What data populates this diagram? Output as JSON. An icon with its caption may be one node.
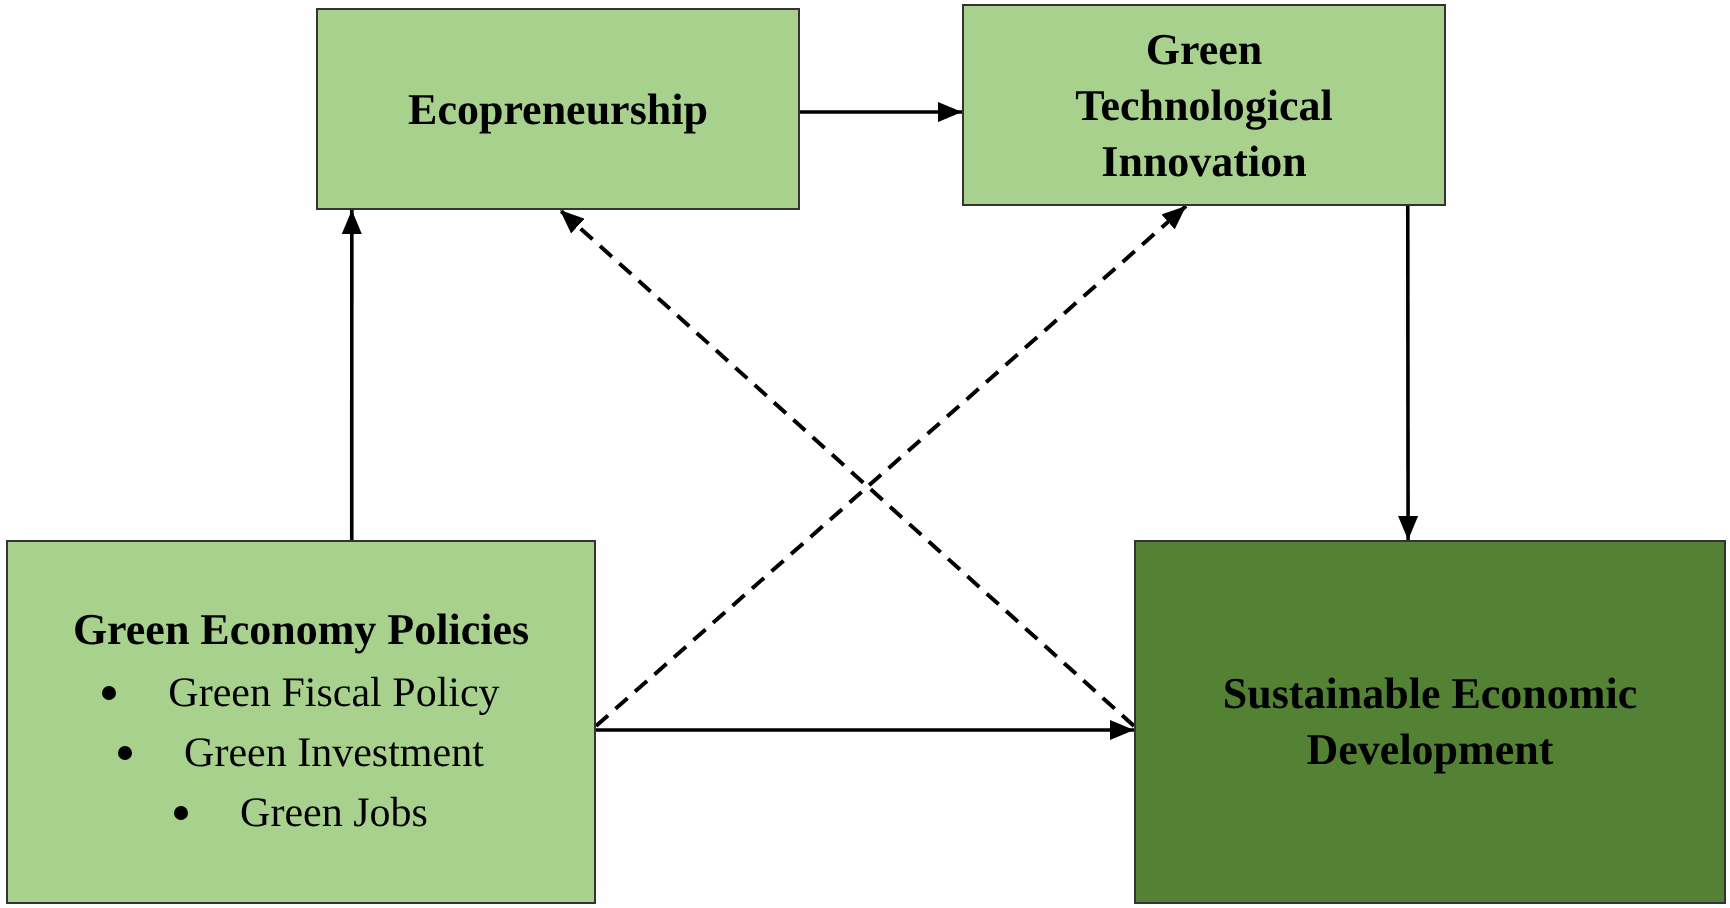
{
  "diagram": {
    "nodes": [
      {
        "text": [
          "Ecopreneurship"
        ]
      },
      {
        "text": [
          "Green Technological Innovation"
        ]
      },
      {
        "text": [
          "Green Economy Policies",
          "Green Fiscal Policy",
          "Green Investment",
          "Green Jobs"
        ]
      },
      {
        "text": [
          "Sustainable Economic Development"
        ]
      }
    ],
    "edges": [
      {
        "from": 0,
        "to": 1,
        "arrow": "to"
      },
      {
        "from": 2,
        "to": 0,
        "arrow": "to"
      },
      {
        "from": 1,
        "to": 3,
        "arrow": "to"
      },
      {
        "from": 2,
        "to": 3,
        "arrow": "to"
      },
      {
        "from": 2,
        "to": 1,
        "arrow": "to",
        "style": "dashed"
      },
      {
        "from": 3,
        "to": 0,
        "arrow": "to",
        "style": "dashed"
      }
    ]
  }
}
